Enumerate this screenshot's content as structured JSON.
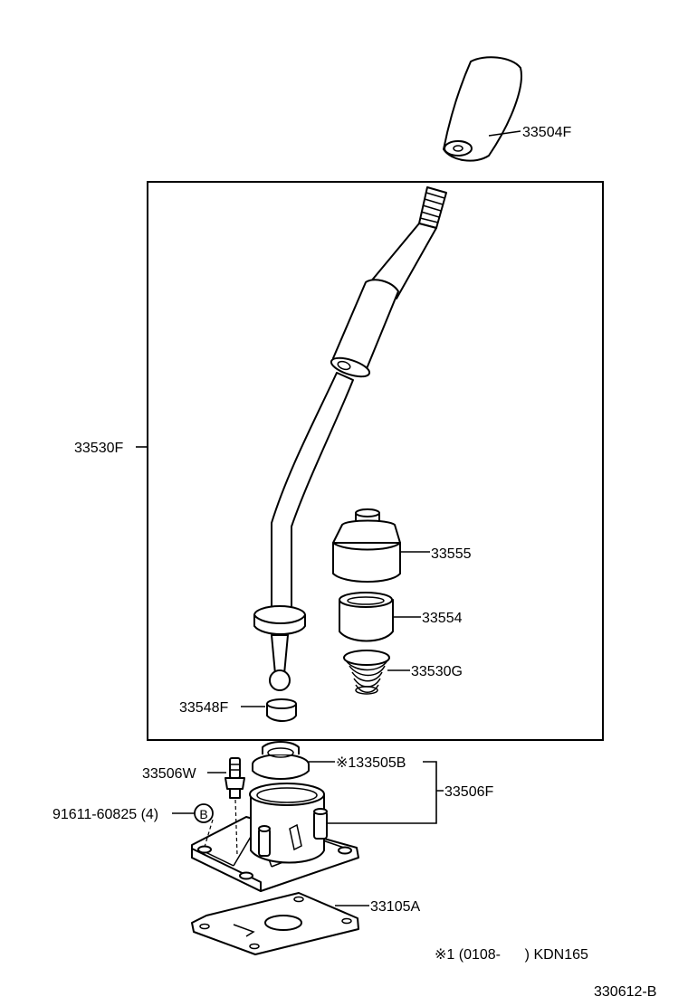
{
  "labels": {
    "knob": "33504F",
    "lever_assy": "33530F",
    "cover": "33555",
    "bushing": "33554",
    "spring": "33530G",
    "seat": "33548F",
    "breather": "33506W",
    "boot": "※133505B",
    "retainer": "33506F",
    "bolt": "91611-60825 (4)",
    "bolt_marker": "B",
    "gasket": "33105A"
  },
  "footnote": "※1 (0108-      ) KDN165",
  "figure_code": "330612-B"
}
